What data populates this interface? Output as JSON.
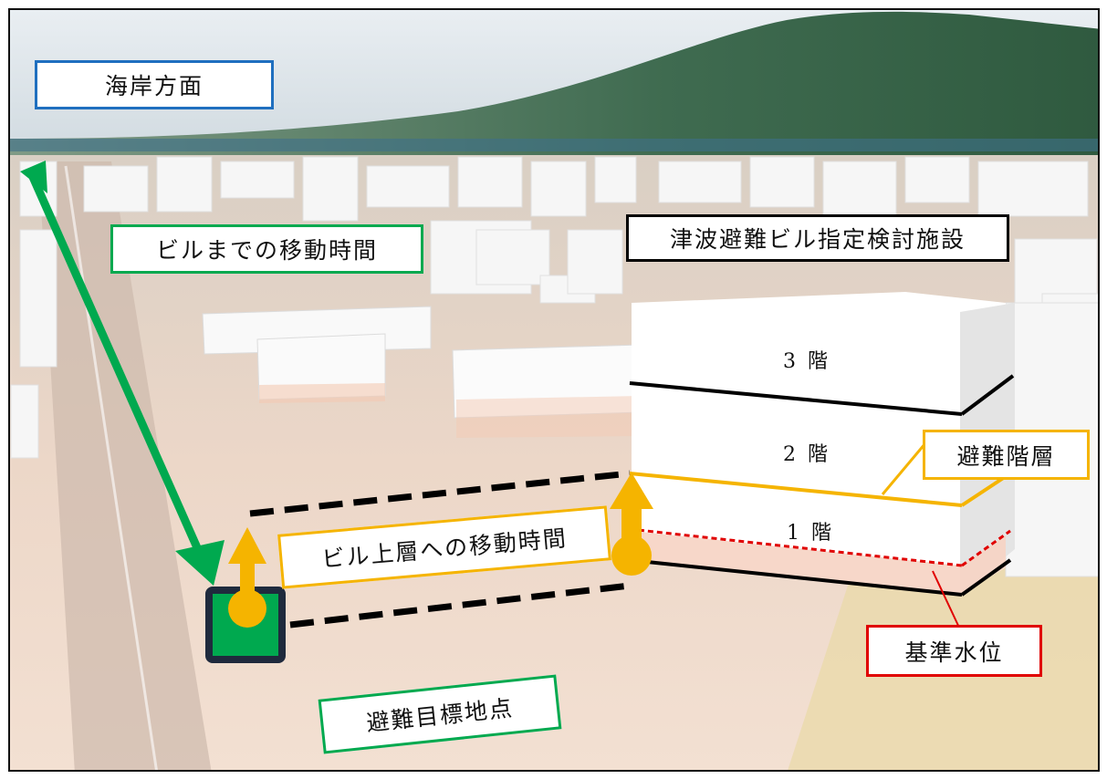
{
  "labels": {
    "coast_direction": "海岸方面",
    "travel_to_building": "ビルまでの移動時間",
    "candidate_building": "津波避難ビル指定検討施設",
    "evacuation_floor": "避難階層",
    "travel_upper_floor": "ビル上層への移動時間",
    "reference_water_level": "基準水位",
    "evacuation_target_point": "避難目標地点"
  },
  "floors": {
    "floor3": "3 階",
    "floor2": "2 階",
    "floor1": "1 階"
  },
  "colors": {
    "green": "#00a94f",
    "yellow": "#f5b400",
    "red": "#e00000",
    "blue": "#1f6fbf",
    "black": "#000000"
  },
  "icons": {
    "target_marker": "square-marker-icon",
    "up_arrow": "up-arrow-icon",
    "diagonal_arrow": "double-arrow-icon"
  }
}
